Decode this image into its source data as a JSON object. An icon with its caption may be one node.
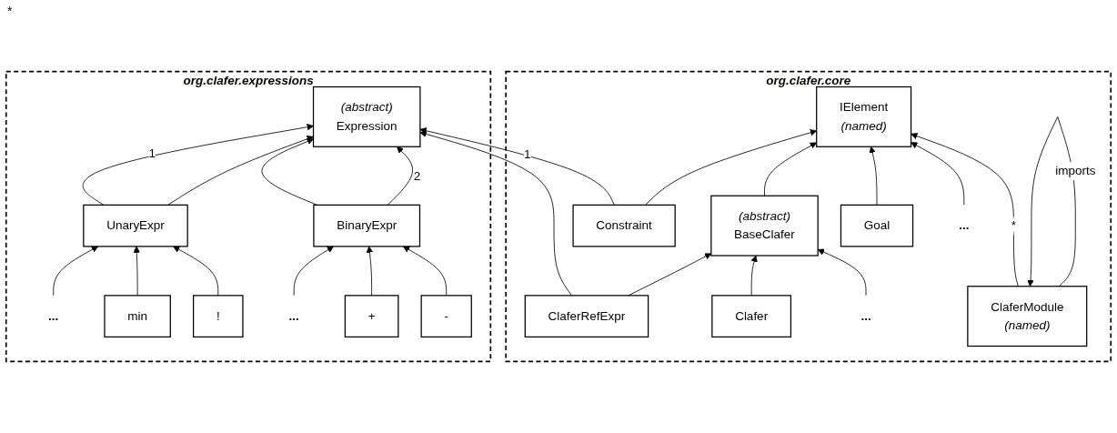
{
  "diagram": {
    "nodes": [
      {
        "text": [
          "org.clafer.core"
        ]
      },
      {
        "text": [
          "ClaferModule",
          "(named)"
        ],
        "in": 0
      },
      {
        "text": [
          "IElement",
          "(named)"
        ],
        "in": 0
      },
      {
        "text": [
          "..."
        ],
        "in": 0
      },
      {
        "text": [
          "Goal"
        ],
        "in": 0
      },
      {
        "text": [
          "(abstract)",
          "BaseClafer"
        ],
        "in": 0
      },
      {
        "text": [
          "Constraint"
        ],
        "in": 0
      },
      {
        "text": [
          "..."
        ],
        "in": 0
      },
      {
        "text": [
          "Clafer"
        ],
        "in": 0
      },
      {
        "text": [
          "ClaferRefExpr"
        ],
        "in": 0
      },
      {
        "text": [
          "org.clafer.expressions"
        ]
      },
      {
        "text": [
          "(abstract)",
          "Expression"
        ],
        "in": 10
      },
      {
        "text": [
          "BinaryExpr"
        ],
        "in": 10
      },
      {
        "text": [
          "UnaryExpr"
        ],
        "in": 10
      },
      {
        "text": [
          "-"
        ],
        "in": 10
      },
      {
        "text": [
          "+"
        ],
        "in": 10
      },
      {
        "text": [
          "..."
        ],
        "in": 10
      },
      {
        "text": [
          "!"
        ],
        "in": 10
      },
      {
        "text": [
          "min"
        ],
        "in": 10
      },
      {
        "text": [
          "..."
        ],
        "in": 10
      }
    ],
    "edges": [
      {
        "from": 1,
        "to": 1,
        "arrow": "to",
        "label": "imports"
      },
      {
        "from": 1,
        "to": 2,
        "arrow": "to",
        "label": "*"
      },
      {
        "from": 3,
        "to": 2,
        "arrow": "to"
      },
      {
        "from": 4,
        "to": 2,
        "arrow": "to"
      },
      {
        "from": 5,
        "to": 2,
        "arrow": "to"
      },
      {
        "from": 6,
        "to": 2,
        "arrow": "to"
      },
      {
        "from": 7,
        "to": 5,
        "arrow": "to"
      },
      {
        "from": 8,
        "to": 5,
        "arrow": "to"
      },
      {
        "from": 9,
        "to": 5,
        "arrow": "to"
      },
      {
        "from": 6,
        "to": 11,
        "arrow": "to",
        "label": "1"
      },
      {
        "from": 9,
        "to": 11,
        "arrow": "to"
      },
      {
        "from": 12,
        "to": 11,
        "arrow": "to",
        "label": "2"
      },
      {
        "from": 12,
        "to": 11,
        "arrow": "to"
      },
      {
        "from": 13,
        "to": 11,
        "arrow": "to"
      },
      {
        "from": 13,
        "to": 11,
        "arrow": "to",
        "label": "1"
      },
      {
        "from": 14,
        "to": 12,
        "arrow": "to"
      },
      {
        "from": 15,
        "to": 12,
        "arrow": "to"
      },
      {
        "from": 16,
        "to": 12,
        "arrow": "to"
      },
      {
        "from": 17,
        "to": 13,
        "arrow": "to"
      },
      {
        "from": 18,
        "to": 13,
        "arrow": "to"
      },
      {
        "from": 19,
        "to": 13,
        "arrow": "to"
      }
    ],
    "labels": [
      "*"
    ]
  }
}
